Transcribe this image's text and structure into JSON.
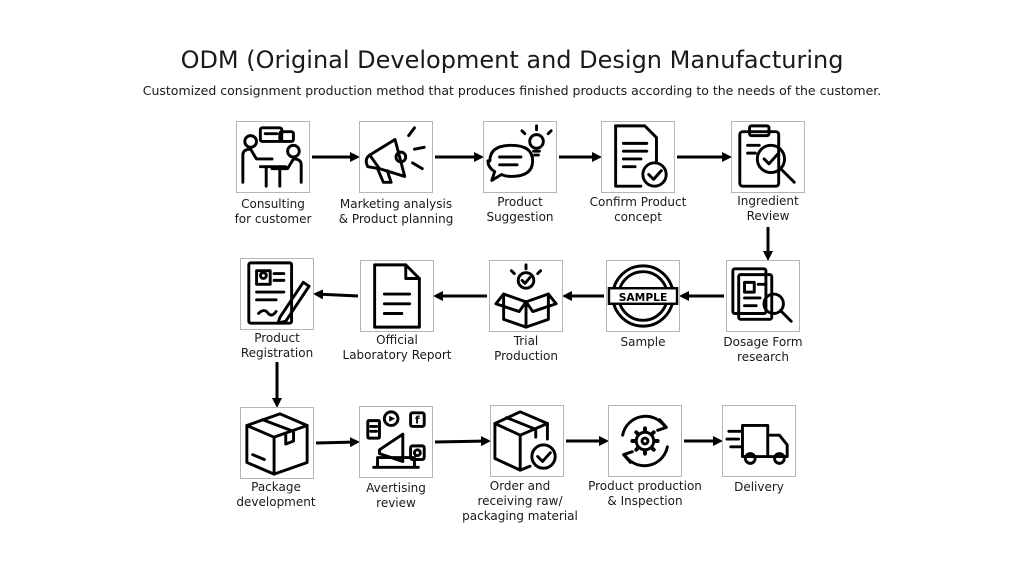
{
  "title": "ODM (Original Development and Design Manufacturing",
  "subtitle": "Customized consignment production method that produces finished products according to the needs of the customer.",
  "steps": [
    {
      "id": "consulting",
      "label_lines": [
        "Consulting",
        "for customer"
      ],
      "icon": "consulting-icon"
    },
    {
      "id": "marketing",
      "label_lines": [
        "Marketing analysis",
        "& Product planning"
      ],
      "icon": "megaphone-icon"
    },
    {
      "id": "suggestion",
      "label_lines": [
        "Product",
        "Suggestion"
      ],
      "icon": "idea-bubble-icon"
    },
    {
      "id": "confirm",
      "label_lines": [
        "Confirm Product",
        "concept"
      ],
      "icon": "document-check-icon"
    },
    {
      "id": "ingredient",
      "label_lines": [
        "Ingredient",
        "Review"
      ],
      "icon": "clipboard-search-icon"
    },
    {
      "id": "dosage",
      "label_lines": [
        "Dosage Form",
        "research"
      ],
      "icon": "documents-magnifier-icon"
    },
    {
      "id": "sample",
      "label_lines": [
        "Sample"
      ],
      "icon": "sample-stamp-icon",
      "stamp_text": "SAMPLE"
    },
    {
      "id": "trial",
      "label_lines": [
        "Trial",
        "Production"
      ],
      "icon": "open-box-icon"
    },
    {
      "id": "lab-report",
      "label_lines": [
        "Official",
        "Laboratory Report"
      ],
      "icon": "document-icon"
    },
    {
      "id": "registration",
      "label_lines": [
        "Product",
        "Registration"
      ],
      "icon": "registration-form-icon"
    },
    {
      "id": "package",
      "label_lines": [
        "Package",
        "development"
      ],
      "icon": "package-box-icon"
    },
    {
      "id": "advertising",
      "label_lines": [
        "Avertising",
        "review"
      ],
      "icon": "advertising-laptop-icon",
      "social_glyph": "f"
    },
    {
      "id": "order",
      "label_lines": [
        "Order and",
        "receiving raw/",
        "packaging material"
      ],
      "icon": "box-check-icon"
    },
    {
      "id": "production",
      "label_lines": [
        "Product production",
        "& Inspection"
      ],
      "icon": "gear-cycle-icon"
    },
    {
      "id": "delivery",
      "label_lines": [
        "Delivery"
      ],
      "icon": "delivery-truck-icon"
    }
  ],
  "flow": [
    [
      "consulting",
      "marketing"
    ],
    [
      "marketing",
      "suggestion"
    ],
    [
      "suggestion",
      "confirm"
    ],
    [
      "confirm",
      "ingredient"
    ],
    [
      "ingredient",
      "dosage"
    ],
    [
      "dosage",
      "sample"
    ],
    [
      "sample",
      "trial"
    ],
    [
      "trial",
      "lab-report"
    ],
    [
      "lab-report",
      "registration"
    ],
    [
      "registration",
      "package"
    ],
    [
      "package",
      "advertising"
    ],
    [
      "advertising",
      "order"
    ],
    [
      "order",
      "production"
    ],
    [
      "production",
      "delivery"
    ]
  ]
}
